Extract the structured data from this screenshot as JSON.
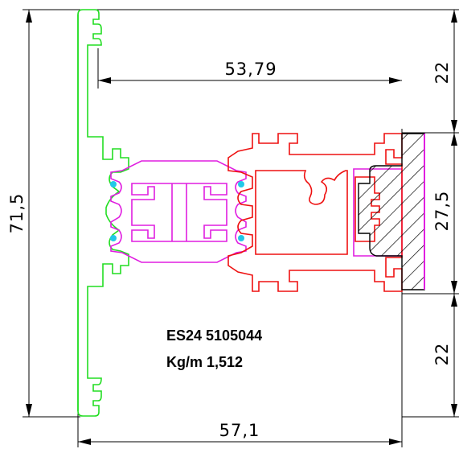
{
  "dimensions": {
    "total_height": "71,5",
    "inner_width": "53,79",
    "total_width": "57,1",
    "top_offset": "22",
    "middle_height": "27,5",
    "bottom_offset": "22"
  },
  "profile": {
    "code": "ES24 5105044",
    "weight": "Kg/m 1,512"
  },
  "colors": {
    "outer_frame": "#22dd22",
    "thermal_break": "#e01ee0",
    "inner_frame": "#ee1111",
    "gasket_points": "#22c8e8",
    "hatch": "#000000"
  }
}
